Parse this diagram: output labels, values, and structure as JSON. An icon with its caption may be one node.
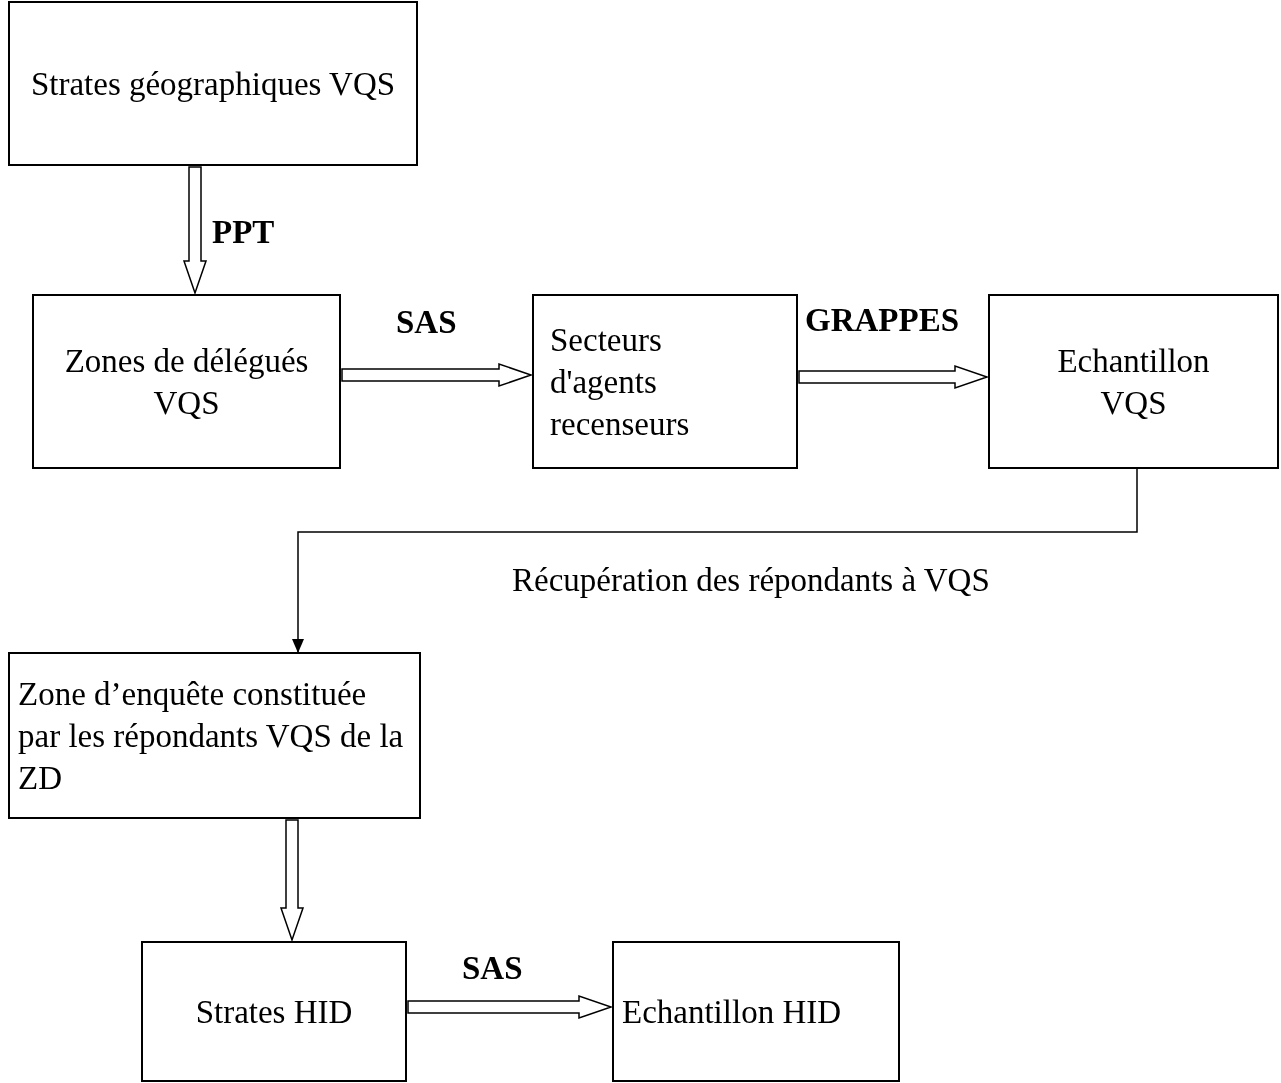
{
  "diagram": {
    "nodes": [
      {
        "text": [
          "Strates géographiques VQS"
        ]
      },
      {
        "text": [
          "Zones de délégués VQS"
        ]
      },
      {
        "text": [
          "Secteurs d'agents recenseurs"
        ]
      },
      {
        "text": [
          "Echantillon VQS"
        ]
      },
      {
        "text": [
          "Zone d’enquête constituée par les répondants VQS de la ZD"
        ]
      },
      {
        "text": [
          "Strates HID"
        ]
      },
      {
        "text": [
          "Echantillon HID"
        ]
      }
    ],
    "edges": [
      {
        "from": 0,
        "to": 1,
        "arrow": "to",
        "label": "PPT",
        "style": "thick"
      },
      {
        "from": 1,
        "to": 2,
        "arrow": "to",
        "label": "SAS",
        "style": "thick"
      },
      {
        "from": 2,
        "to": 3,
        "arrow": "to",
        "label": "GRAPPES",
        "style": "thick"
      },
      {
        "from": 3,
        "to": 4,
        "arrow": "to",
        "label": "Récupération des répondants à VQS"
      },
      {
        "from": 4,
        "to": 5,
        "arrow": "to",
        "style": "thick"
      },
      {
        "from": 5,
        "to": 6,
        "arrow": "to",
        "label": "SAS",
        "style": "thick"
      }
    ]
  }
}
